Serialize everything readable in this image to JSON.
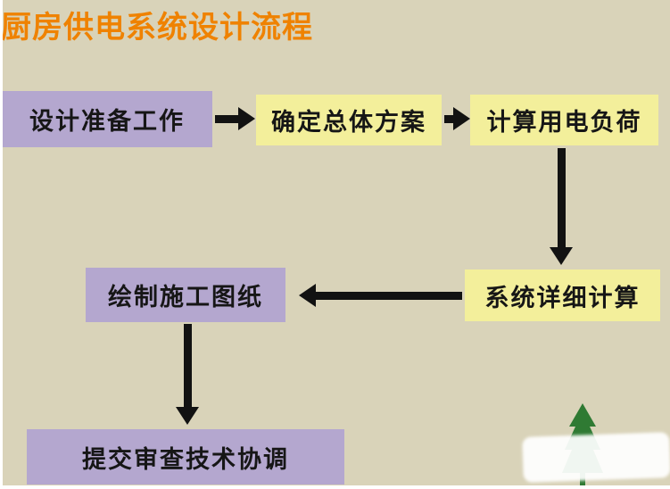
{
  "title": "厨房供电系统设计流程",
  "colors": {
    "background": "#d9d3b9",
    "title": "#ef8200",
    "box_purple": "#b4a7cf",
    "box_yellow": "#f3ef9b",
    "arrow": "#121212",
    "box_text": "#161616",
    "watermark_tree_green": "#2f7a33"
  },
  "steps": [
    {
      "label": "设计准备工作",
      "color": "purple"
    },
    {
      "label": "确定总体方案",
      "color": "yellow"
    },
    {
      "label": "计算用电负荷",
      "color": "yellow"
    },
    {
      "label": "系统详细计算",
      "color": "yellow"
    },
    {
      "label": "绘制施工图纸",
      "color": "purple"
    },
    {
      "label": "提交审查技术协调",
      "color": "purple"
    }
  ],
  "flow": [
    "设计准备工作 → 确定总体方案",
    "确定总体方案 → 计算用电负荷",
    "计算用电负荷 → 系统详细计算",
    "系统详细计算 → 绘制施工图纸",
    "绘制施工图纸 → 提交审查技术协调"
  ]
}
